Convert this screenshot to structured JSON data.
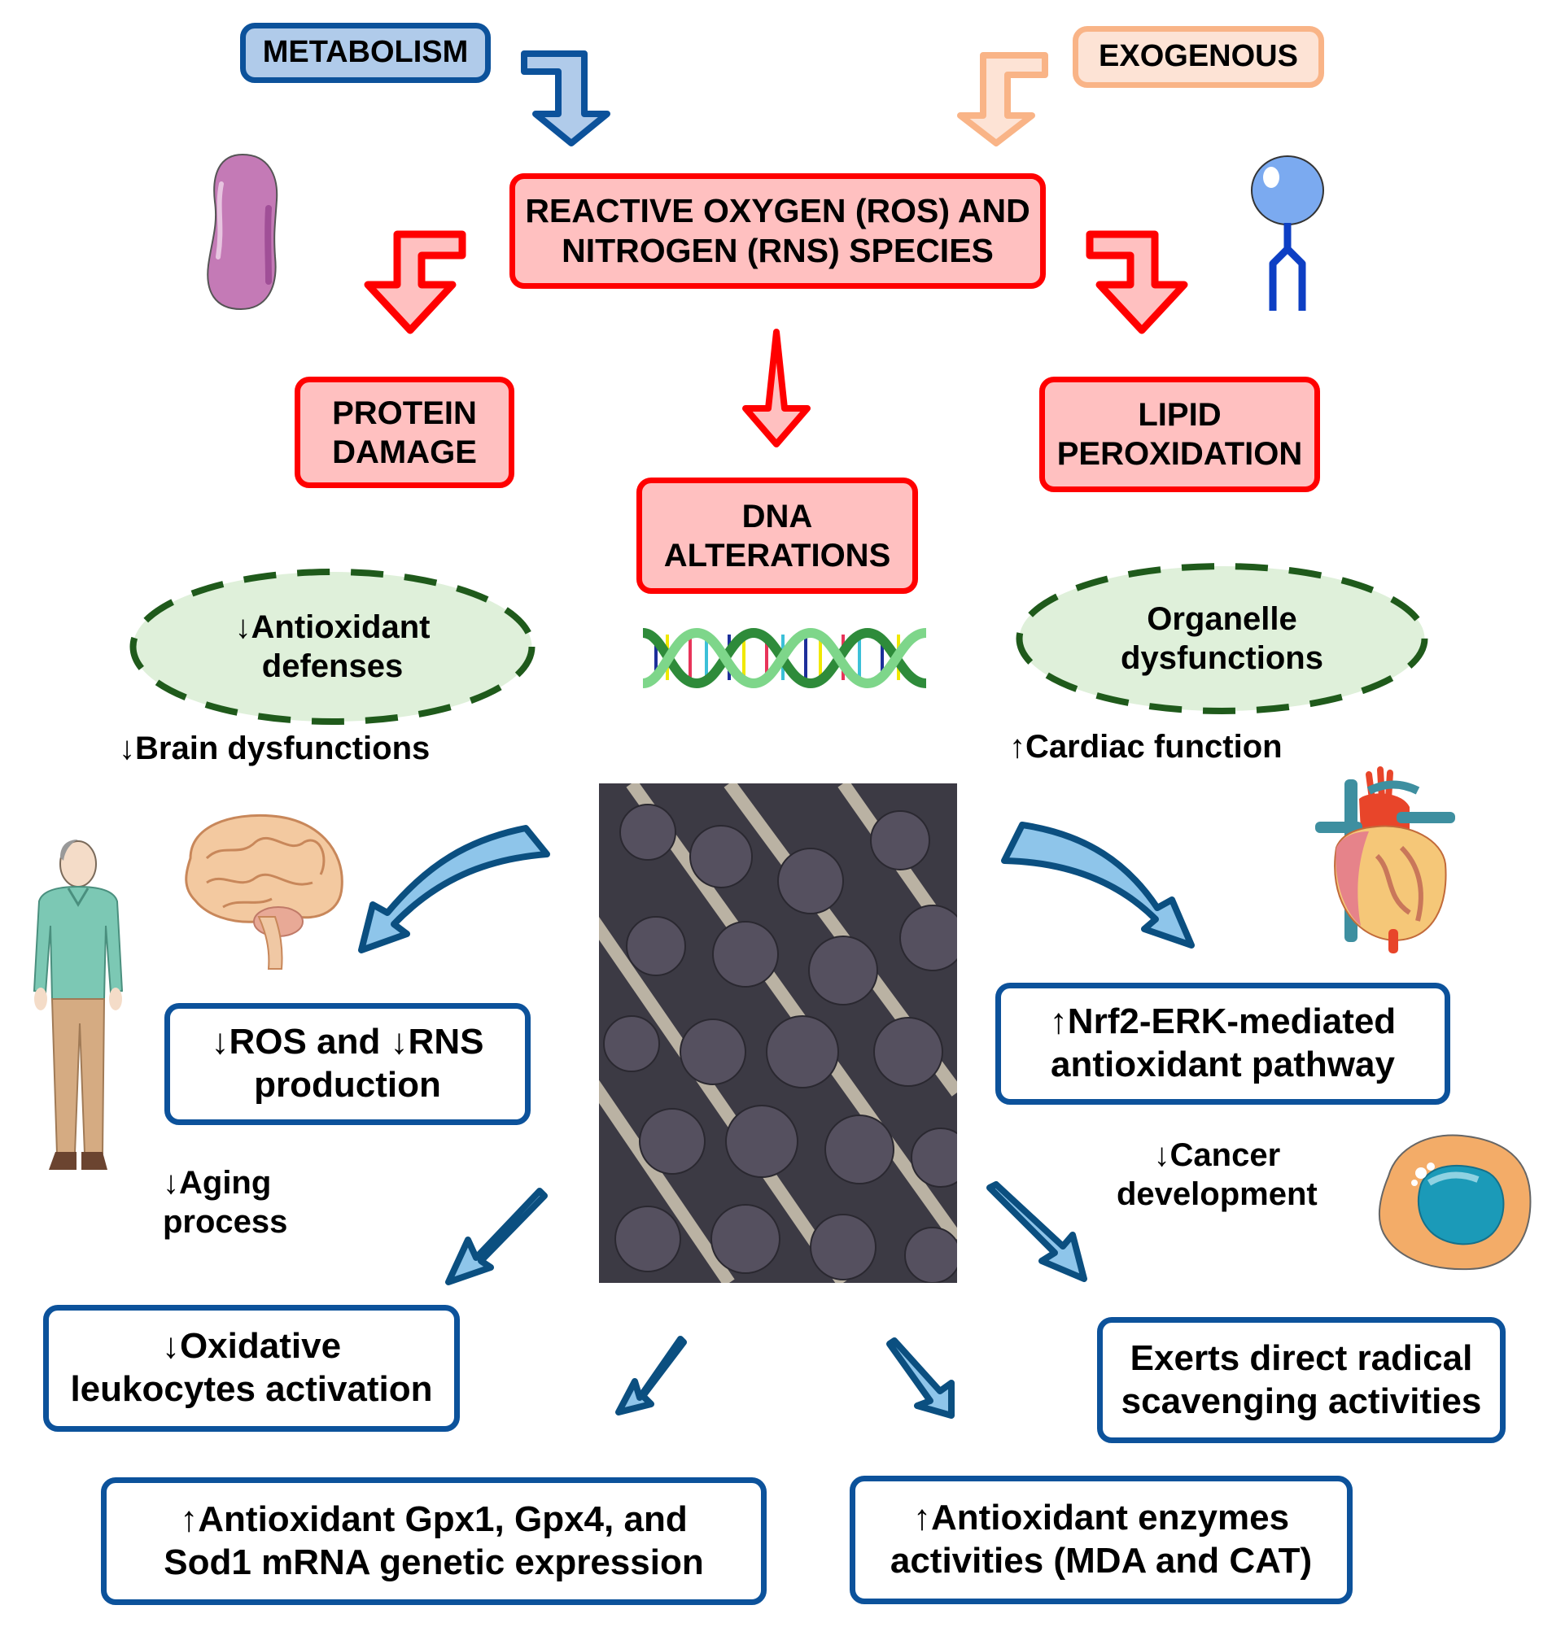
{
  "sources": {
    "metabolism": "METABOLISM",
    "exogenous": "EXOGENOUS"
  },
  "central": {
    "line1": "REACTIVE OXYGEN (ROS) AND",
    "line2": "NITROGEN (RNS) SPECIES"
  },
  "damage": {
    "protein": [
      "PROTEIN",
      "DAMAGE"
    ],
    "dna": [
      "DNA",
      "ALTERATIONS"
    ],
    "lipid": [
      "LIPID",
      "PEROXIDATION"
    ]
  },
  "consequences": {
    "antioxidant": [
      "↓Antioxidant",
      "defenses"
    ],
    "organelle": [
      "Organelle",
      "dysfunctions"
    ]
  },
  "effects": {
    "brain": "↓Brain dysfunctions",
    "cardiac": "↑Cardiac function",
    "aging": [
      "↓Aging",
      "process"
    ],
    "cancer": [
      "↓Cancer",
      "development"
    ]
  },
  "outcomes": {
    "ros_rns": [
      "↓ROS and ↓RNS",
      "production"
    ],
    "nrf2": [
      "↑Nrf2-ERK-mediated",
      "antioxidant pathway"
    ],
    "leukocytes": [
      "↓Oxidative",
      "leukocytes activation"
    ],
    "scavenging": [
      "Exerts direct radical",
      "scavenging activities"
    ],
    "gpx": [
      "↑Antioxidant Gpx1, Gpx4, and",
      "Sod1 mRNA genetic expression"
    ],
    "enzymes": [
      "↑Antioxidant enzymes",
      "activities (MDA and CAT)"
    ]
  },
  "icons": {
    "protein": "protein-bean-icon",
    "lipid": "phospholipid-icon",
    "dna": "dna-helix-icon",
    "person": "elderly-man-icon",
    "brain": "brain-icon",
    "heart": "heart-icon",
    "cell": "cancer-cell-icon",
    "photo": "acai-berries-photo"
  },
  "colors": {
    "red_border": "#ff0000",
    "red_fill": "#ffc0c0",
    "blue_border": "#0c529b",
    "blue_arrow_stroke": "#0b4f80",
    "blue_arrow_fill": "#8ec5ea",
    "meta_fill": "#b0cbea",
    "exo_border": "#f9b487",
    "exo_fill": "#fde3d5",
    "ellipse_fill": "#dff0da",
    "ellipse_border": "#1f5a1b"
  }
}
